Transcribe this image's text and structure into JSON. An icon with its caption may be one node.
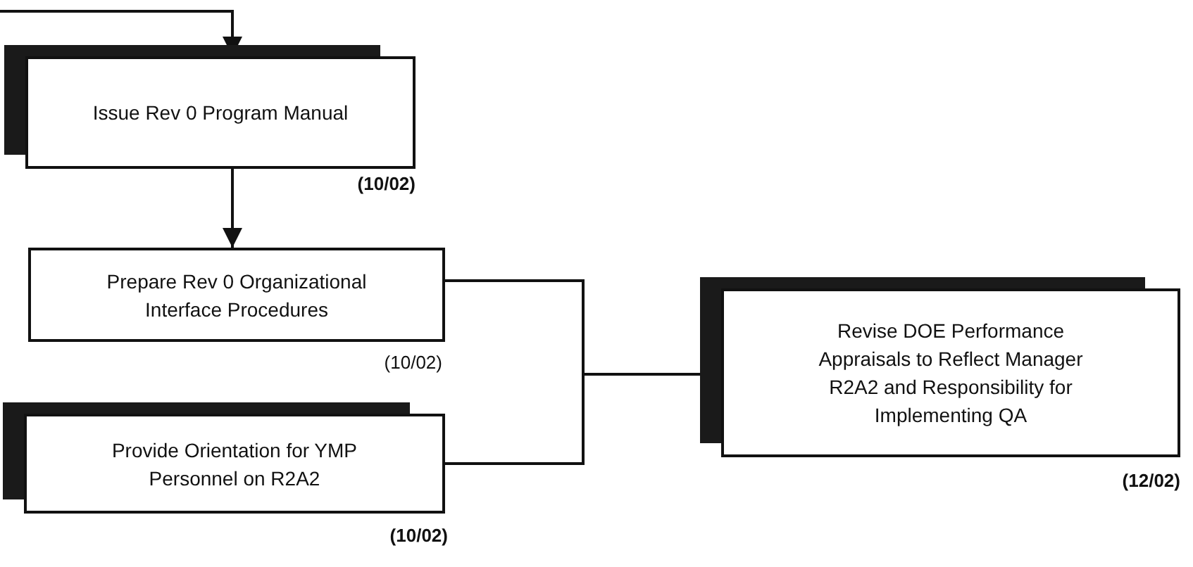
{
  "diagram": {
    "nodes": [
      {
        "text": [
          "Issue Rev 0 Program Manual"
        ],
        "beside": [
          "(10/02)"
        ]
      },
      {
        "text": [
          "Prepare Rev 0 Organizational Interface Procedures"
        ],
        "beside": [
          "(10/02)"
        ]
      },
      {
        "text": [
          "Provide Orientation for YMP Personnel on R2A2"
        ],
        "beside": [
          "(10/02)"
        ]
      },
      {
        "text": [
          "Revise DOE Performance Appraisals to Reflect Manager R2A2 and Responsibility for Implementing QA"
        ],
        "beside": [
          "(12/02)"
        ]
      }
    ],
    "edges": [
      {
        "from": null,
        "to": 0,
        "arrow": "to"
      },
      {
        "from": 0,
        "to": 1,
        "arrow": "to"
      },
      {
        "from": 1,
        "to": 3,
        "arrow": "to"
      },
      {
        "from": 2,
        "to": 3,
        "arrow": "to"
      }
    ]
  }
}
